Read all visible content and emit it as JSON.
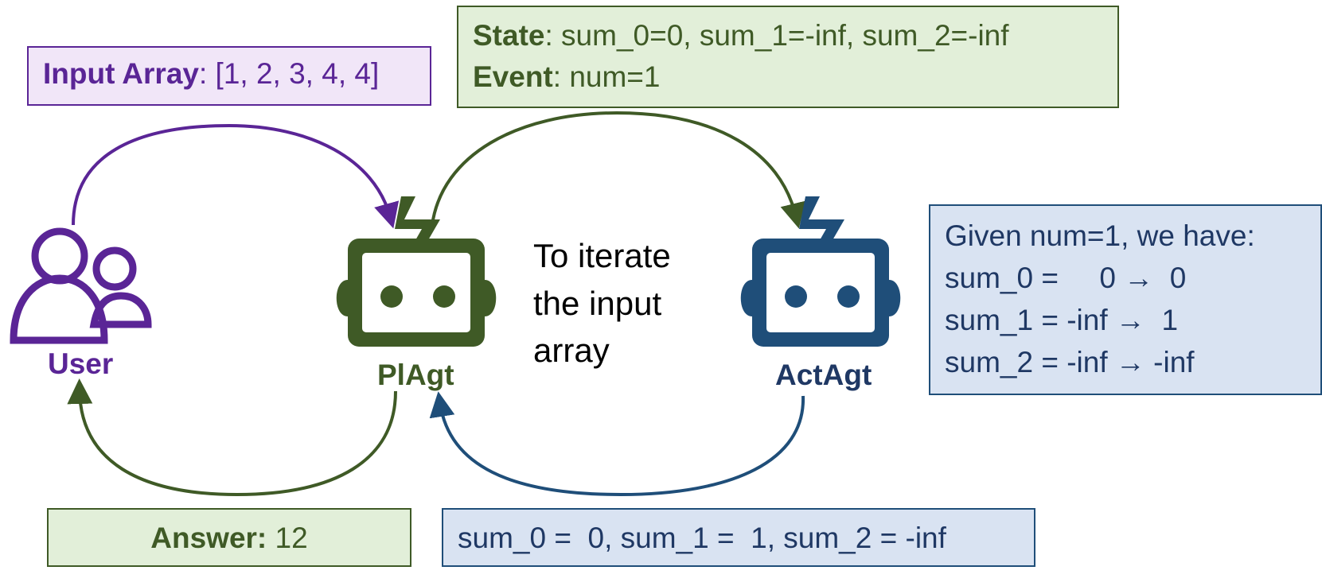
{
  "input_box": {
    "label": "Input Array",
    "value": ": [1, 2, 3, 4, 4]"
  },
  "state_box": {
    "state_label": "State",
    "state_value": ": sum_0=0, sum_1=-inf, sum_2=-inf",
    "event_label": "Event",
    "event_value": ": num=1"
  },
  "actor_box": {
    "lines": [
      "Given num=1, we have:",
      "sum_0 =     0 →  0",
      "sum_1 = -inf →  1",
      "sum_2 = -inf → -inf"
    ]
  },
  "answer_box": {
    "label": "Answer:",
    "value": " 12"
  },
  "result_box": {
    "value": "sum_0 =  0, sum_1 =  1, sum_2 = -inf"
  },
  "agents": {
    "user": "User",
    "planner": "PlAgt",
    "actor": "ActAgt"
  },
  "center_note": {
    "lines": [
      "To iterate",
      "the input",
      "array"
    ]
  },
  "colors": {
    "user": "#5a2596",
    "planner": "#3f5a26",
    "actor": "#1f4e79"
  },
  "icons": {
    "user": "users-icon",
    "planner": "robot-icon",
    "actor": "robot-icon"
  }
}
